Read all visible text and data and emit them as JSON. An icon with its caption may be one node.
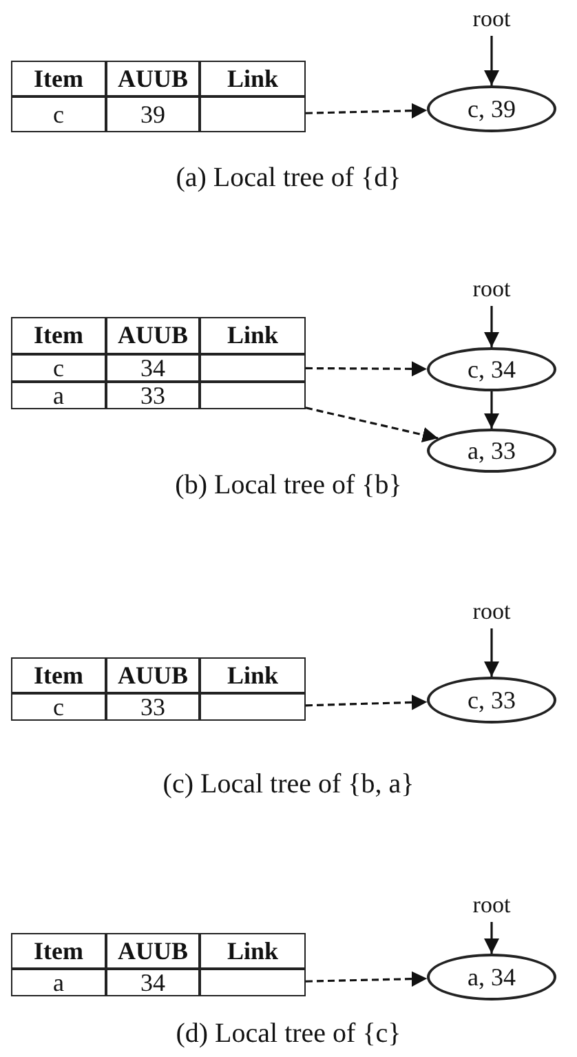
{
  "diagram": {
    "nodes": [
      {
        "text": [
          "root"
        ]
      },
      {
        "text": [
          "Item"
        ]
      },
      {
        "text": [
          "AUUB"
        ]
      },
      {
        "text": [
          "Link"
        ]
      },
      {
        "text": [
          "c"
        ]
      },
      {
        "text": [
          "39"
        ]
      },
      {
        "text": [],
        "shape": "box"
      },
      {
        "text": [
          "c, 39"
        ]
      },
      {
        "text": [
          "root"
        ]
      },
      {
        "text": [
          "Item"
        ]
      },
      {
        "text": [
          "AUUB"
        ]
      },
      {
        "text": [
          "Link"
        ]
      },
      {
        "text": [
          "c"
        ]
      },
      {
        "text": [
          "34"
        ]
      },
      {
        "text": [],
        "shape": "box"
      },
      {
        "text": [
          "c, 34"
        ]
      },
      {
        "text": [
          "a"
        ]
      },
      {
        "text": [
          "33"
        ]
      },
      {
        "text": [],
        "shape": "box"
      },
      {
        "text": [
          "a, 33"
        ]
      },
      {
        "text": [
          "root"
        ]
      },
      {
        "text": [
          "Item"
        ]
      },
      {
        "text": [
          "AUUB"
        ]
      },
      {
        "text": [
          "Link"
        ]
      },
      {
        "text": [
          "c"
        ]
      },
      {
        "text": [
          "33"
        ]
      },
      {
        "text": [],
        "shape": "box"
      },
      {
        "text": [
          "c, 33"
        ]
      },
      {
        "text": [
          "root"
        ]
      },
      {
        "text": [
          "Item"
        ]
      },
      {
        "text": [
          "AUUB"
        ]
      },
      {
        "text": [
          "Link"
        ]
      },
      {
        "text": [
          "a"
        ]
      },
      {
        "text": [
          "34"
        ]
      },
      {
        "text": [],
        "shape": "box"
      },
      {
        "text": [
          "a, 34"
        ]
      }
    ],
    "edges": [
      {
        "from": 0,
        "to": 7,
        "arrow": "to"
      },
      {
        "from": 6,
        "to": 7,
        "arrow": "to",
        "style": "dashed"
      },
      {
        "from": 8,
        "to": 15,
        "arrow": "to"
      },
      {
        "from": 14,
        "to": 15,
        "arrow": "to",
        "style": "dashed"
      },
      {
        "from": 15,
        "to": 19,
        "arrow": "to"
      },
      {
        "from": 18,
        "to": 19,
        "arrow": "to",
        "style": "dashed"
      },
      {
        "from": 20,
        "to": 27,
        "arrow": "to"
      },
      {
        "from": 26,
        "to": 27,
        "arrow": "to",
        "style": "dashed"
      },
      {
        "from": 28,
        "to": 35,
        "arrow": "to"
      },
      {
        "from": 34,
        "to": 35,
        "arrow": "to",
        "style": "dashed"
      }
    ],
    "labels": [
      "(a) Local tree of {d}",
      "(b) Local tree of {b}",
      "(c) Local tree of {b, a}",
      "(d) Local tree of {c}"
    ]
  }
}
